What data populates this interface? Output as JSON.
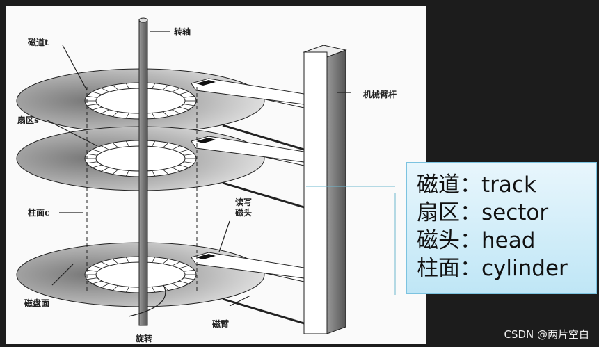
{
  "diagram": {
    "labels": {
      "track": "磁道t",
      "spindle": "转轴",
      "sector": "扇区s",
      "arm_rod": "机械臂杆",
      "cylinder": "柱面c",
      "rw_head_1": "读写",
      "rw_head_2": "磁头",
      "platter": "磁盘面",
      "rotate": "旋转",
      "arm": "磁臂"
    }
  },
  "callout": {
    "rows": [
      {
        "cn": "磁道",
        "sep": "：",
        "en": "track"
      },
      {
        "cn": "扇区",
        "sep": "：",
        "en": "sector"
      },
      {
        "cn": "磁头",
        "sep": "：",
        "en": "head"
      },
      {
        "cn": "柱面",
        "sep": "：",
        "en": "cylinder"
      }
    ]
  },
  "watermark": "CSDN @两片空白"
}
